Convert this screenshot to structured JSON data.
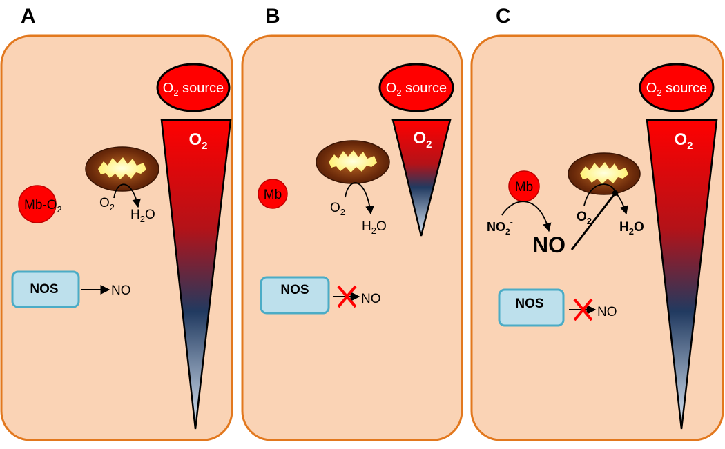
{
  "panels": [
    {
      "label": "A",
      "o2_source": {
        "main": "O",
        "sub": "2",
        "rest": " source"
      },
      "o2_gradient": {
        "main": "O",
        "sub": "2"
      },
      "mb": {
        "text": "Mb-O",
        "sub": "2"
      },
      "mito_o2": {
        "main": "O",
        "sub": "2"
      },
      "mito_h2o": {
        "a": "H",
        "sub": "2",
        "b": "O"
      },
      "nos": "NOS",
      "nos_product": "NO"
    },
    {
      "label": "B",
      "o2_source": {
        "main": "O",
        "sub": "2",
        "rest": " source"
      },
      "o2_gradient": {
        "main": "O",
        "sub": "2"
      },
      "mb": {
        "text": "Mb"
      },
      "mito_o2": {
        "main": "O",
        "sub": "2"
      },
      "mito_h2o": {
        "a": "H",
        "sub": "2",
        "b": "O"
      },
      "nos": "NOS",
      "nos_product": "NO"
    },
    {
      "label": "C",
      "o2_source": {
        "main": "O",
        "sub": "2",
        "rest": " source"
      },
      "o2_gradient": {
        "main": "O",
        "sub": "2"
      },
      "mb": {
        "text": "Mb"
      },
      "mito_o2": {
        "main": "O",
        "sub": "2"
      },
      "mito_h2o": {
        "a": "H",
        "sub": "2",
        "b": "O"
      },
      "nitrite": {
        "main": "NO",
        "sub": "2",
        "sup": "-"
      },
      "no_big": "NO",
      "nos": "NOS",
      "nos_product": "NO"
    }
  ],
  "colors": {
    "cell_fill": "#FAD3B5",
    "cell_border": "#E2781E",
    "red": "#FF0000",
    "nos_fill": "#BDE0EC",
    "nos_border": "#4BACC6",
    "mito_fill": "#6B2A0A",
    "mito_inner": "#FFF59A",
    "gradient_top": "#FF0000",
    "gradient_mid": "#1F3A5F",
    "gradient_bottom": "#D5E6F5"
  }
}
